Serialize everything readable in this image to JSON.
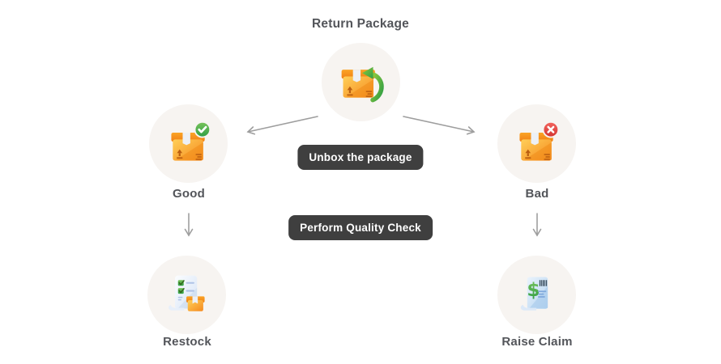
{
  "diagram": {
    "title": "Return Package",
    "nodes": {
      "return_package": {
        "label": "Return Package",
        "icon": "package-return-icon"
      },
      "good": {
        "label": "Good",
        "icon": "package-approved-icon"
      },
      "bad": {
        "label": "Bad",
        "icon": "package-rejected-icon"
      },
      "restock": {
        "label": "Restock",
        "icon": "restock-checklist-icon"
      },
      "raise_claim": {
        "label": "Raise Claim",
        "icon": "claim-invoice-icon"
      }
    },
    "step_labels": {
      "unbox": "Unbox the package",
      "quality_check": "Perform Quality Check"
    },
    "connections": {
      "root_to_good": "Return Package -> Good",
      "root_to_bad": "Return Package -> Bad",
      "good_to_restock": "Good -> Restock",
      "bad_to_raise_claim": "Bad -> Raise Claim"
    },
    "colors": {
      "canvas_bg": "#FFFFFF",
      "node_circle_bg": "#F7F4F1",
      "label_text": "#53555A",
      "step_badge_bg": "#3F3F3F",
      "step_badge_text": "#FFFFFF",
      "arrow": "#9E9E9E",
      "package_orange": "#F58A1F",
      "success_green": "#2F9E44",
      "error_red": "#D23430",
      "document_blue": "#B5D4F1"
    }
  }
}
